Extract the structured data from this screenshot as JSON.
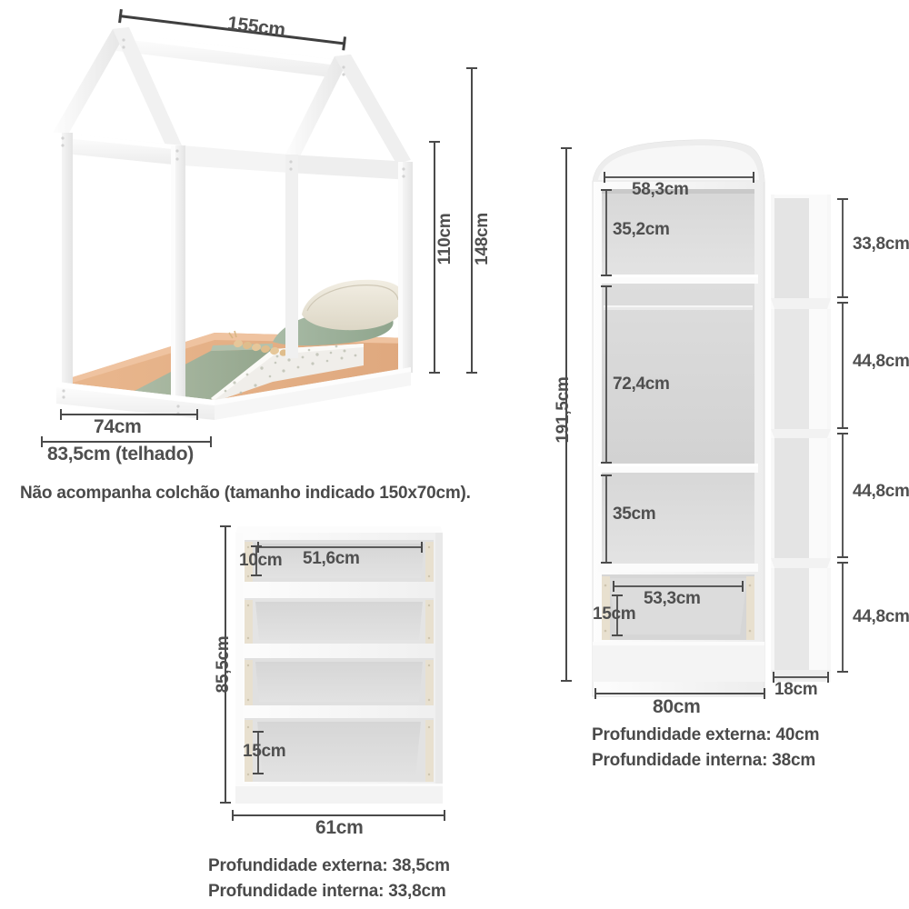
{
  "document": {
    "type": "furniture-dimension-diagram",
    "language": "pt-BR"
  },
  "bed": {
    "name": "cama-casinha",
    "dimensions": {
      "roof_width": "155cm",
      "height_inner": "110cm",
      "height_total": "148cm",
      "base_width": "74cm",
      "roof_width_bottom": "83,5cm (telhado)"
    },
    "note": "Não acompanha colchão (tamanho indicado 150x70cm)."
  },
  "wardrobe": {
    "name": "guarda-roupa",
    "dimensions": {
      "total_height": "191,5cm",
      "inner_width_top": "58,3cm",
      "top_compartment_height": "35,2cm",
      "hanging_height": "72,4cm",
      "lower_shelf_height": "35cm",
      "drawer_width": "53,3cm",
      "drawer_height": "15cm",
      "total_width": "80cm",
      "side_column_width": "18cm",
      "side_shelf_1": "33,8cm",
      "side_shelf_2": "44,8cm",
      "side_shelf_3": "44,8cm",
      "side_shelf_4": "44,8cm"
    },
    "captions": {
      "depth_external": "Profundidade externa: 40cm",
      "depth_internal": "Profundidade interna: 38cm"
    }
  },
  "dresser": {
    "name": "comoda",
    "dimensions": {
      "total_height": "85,5cm",
      "drawer_width": "51,6cm",
      "drawer_height_top": "10cm",
      "drawer_height_bottom": "15cm",
      "total_width": "61cm"
    },
    "captions": {
      "depth_external": "Profundidade externa: 38,5cm",
      "depth_internal": "Profundidade interna: 33,8cm"
    }
  },
  "colors": {
    "furniture_white": "#fbfbfb",
    "cavity_gray": "#dcdcdc",
    "dimension_line": "#4a4a4a",
    "text": "#4a4a4a",
    "mattress": "#e8b48c",
    "blanket_green": "#9bb09a",
    "pillow_cream": "#eae5d8",
    "wood_slide": "#e8e0cf"
  }
}
